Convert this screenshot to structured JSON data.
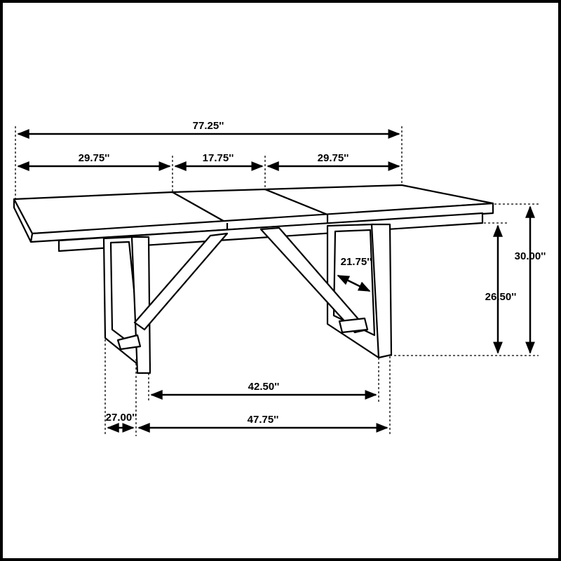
{
  "diagram": {
    "dimensions": {
      "overall_length": "77.25''",
      "left_leaf": "29.75''",
      "center_leaf": "17.75''",
      "right_leaf": "29.75''",
      "overall_height": "30.00''",
      "apron_clearance": "26.50''",
      "brace_length": "21.75''",
      "inner_leg_span": "42.50''",
      "leg_depth": "27.00''",
      "outer_leg_span": "47.75''"
    },
    "colors": {
      "line": "#000000",
      "background": "#ffffff",
      "border": "#000000"
    }
  }
}
